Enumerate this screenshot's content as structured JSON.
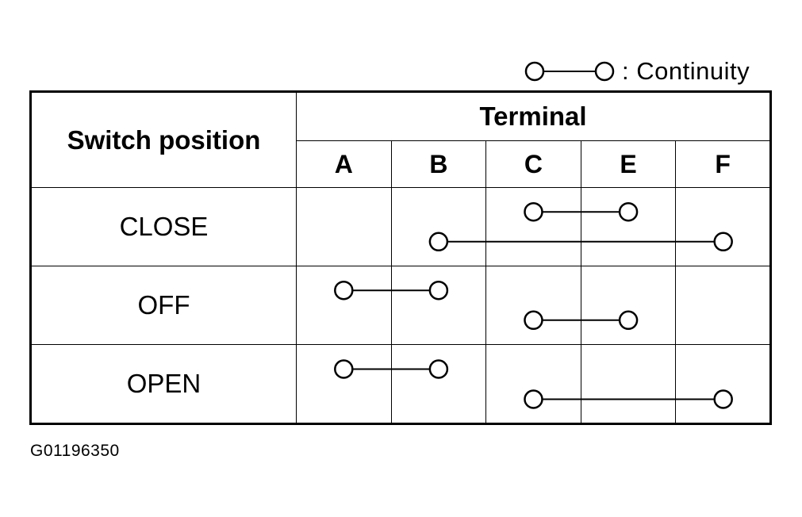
{
  "legend": {
    "icon": "continuity-symbol-icon",
    "text": ": Continuity"
  },
  "table": {
    "corner_header": "Switch position",
    "group_header": "Terminal",
    "terminals": [
      "A",
      "B",
      "C",
      "E",
      "F"
    ],
    "rows": [
      {
        "position": "CLOSE",
        "connections": [
          {
            "from": "C",
            "to": "E"
          },
          {
            "from": "B",
            "to": "F"
          }
        ]
      },
      {
        "position": "OFF",
        "connections": [
          {
            "from": "A",
            "to": "B"
          },
          {
            "from": "C",
            "to": "E"
          }
        ]
      },
      {
        "position": "OPEN",
        "connections": [
          {
            "from": "A",
            "to": "B"
          },
          {
            "from": "C",
            "to": "F"
          }
        ]
      }
    ]
  },
  "figure_id": "G01196350"
}
